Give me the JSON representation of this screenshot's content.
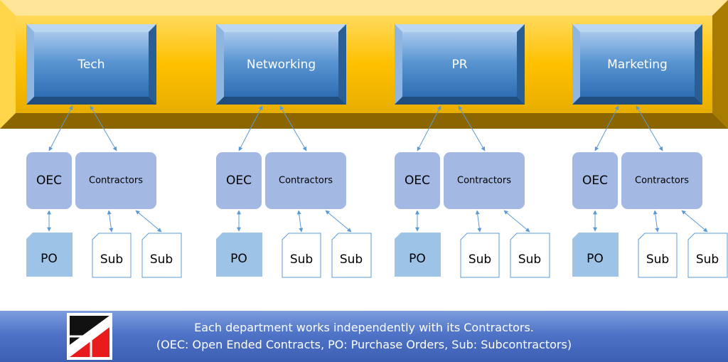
{
  "departments": [
    {
      "label": "Tech",
      "oec": "OEC",
      "contractors": "Contractors",
      "po": "PO",
      "sub1": "Sub",
      "sub2": "Sub"
    },
    {
      "label": "Networking",
      "oec": "OEC",
      "contractors": "Contractors",
      "po": "PO",
      "sub1": "Sub",
      "sub2": "Sub"
    },
    {
      "label": "PR",
      "oec": "OEC",
      "contractors": "Contractors",
      "po": "PO",
      "sub1": "Sub",
      "sub2": "Sub"
    },
    {
      "label": "Marketing",
      "oec": "OEC",
      "contractors": "Contractors",
      "po": "PO",
      "sub1": "Sub",
      "sub2": "Sub"
    }
  ],
  "footer": {
    "line1": "Each department works independently with its Contractors.",
    "line2": "(OEC: Open Ended Contracts, PO: Purchase Orders, Sub: Subcontractors)"
  },
  "colors": {
    "banner_gold": "#ffc000",
    "dept_blue": "#4a86c5",
    "node_blue": "#a3b8e2",
    "po_blue": "#9dc3e6",
    "footer_blue": "#4f73c6",
    "connector": "#5b9bd5"
  }
}
